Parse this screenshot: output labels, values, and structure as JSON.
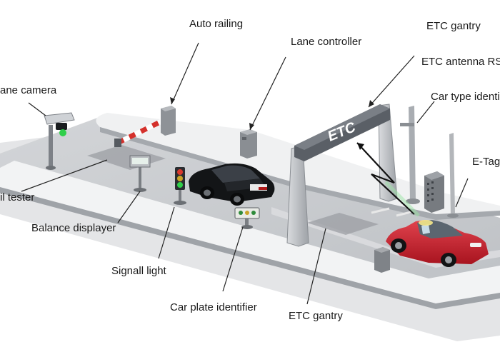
{
  "labels": {
    "auto_railing": "Auto railing",
    "lane_controller": "Lane controller",
    "etc_gantry_top": "ETC gantry",
    "etc_antenna_rsu": "ETC antenna RSU",
    "lane_camera": "ane camera",
    "car_type_identifier": "Car type identif",
    "e_tag": "E-Tag",
    "coil_tester": "il tester",
    "balance_displayer": "Balance displayer",
    "signal_light": "Signall light",
    "car_plate_identifier": "Car plate identifier",
    "etc_gantry_bottom": "ETC gantry"
  },
  "gantry_text": "ETC",
  "colors": {
    "road": "#c9cbce",
    "platform": "#eeeff1",
    "curb": "#a9adb2",
    "gantry": "#5a5f66",
    "car_red": "#c8202c",
    "car_black": "#111111",
    "signal_green": "#2fcf4a",
    "barrier_red": "#d4312c"
  }
}
